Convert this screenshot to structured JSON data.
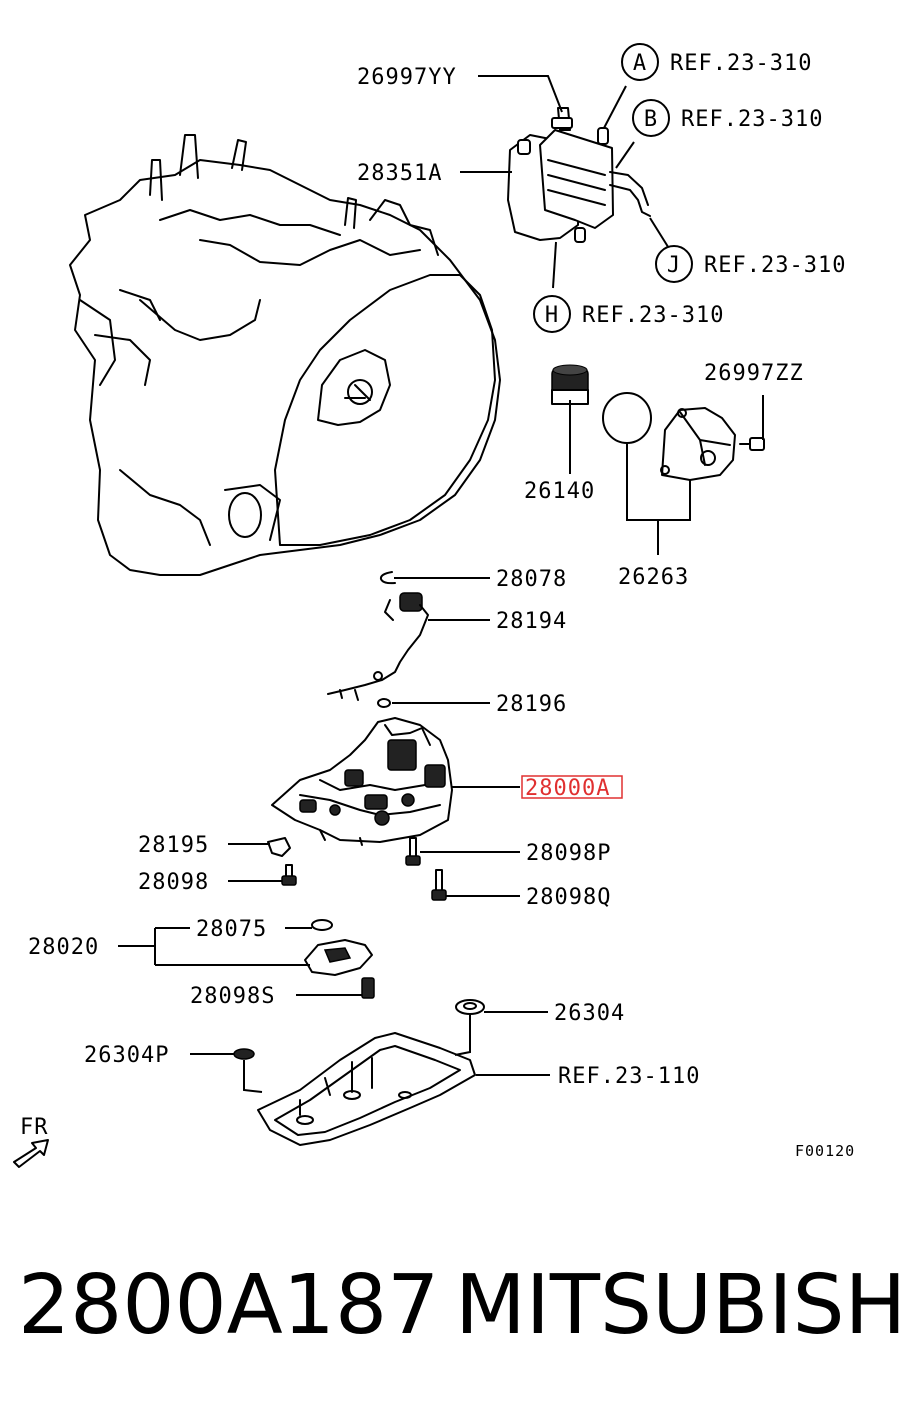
{
  "parts": {
    "p26997YY": "26997YY",
    "p28351A": "28351A",
    "p26140": "26140",
    "p26997ZZ": "26997ZZ",
    "p26263": "26263",
    "p28078": "28078",
    "p28194": "28194",
    "p28196": "28196",
    "p28000A": "28000A",
    "p28195": "28195",
    "p28098": "28098",
    "p28098P": "28098P",
    "p28098Q": "28098Q",
    "p28020": "28020",
    "p28075": "28075",
    "p28098S": "28098S",
    "p26304": "26304",
    "p26304P": "26304P"
  },
  "refs": {
    "a": {
      "letter": "A",
      "text": "REF.23-310"
    },
    "b": {
      "letter": "B",
      "text": "REF.23-310"
    },
    "j": {
      "letter": "J",
      "text": "REF.23-310"
    },
    "h": {
      "letter": "H",
      "text": "REF.23-310"
    },
    "pan": "REF.23-110"
  },
  "direction": "FR",
  "figure_code": "F00120",
  "highlight_color": "#e03030",
  "caption": {
    "part_number": "2800A187",
    "brand": "MITSUBISHI"
  }
}
